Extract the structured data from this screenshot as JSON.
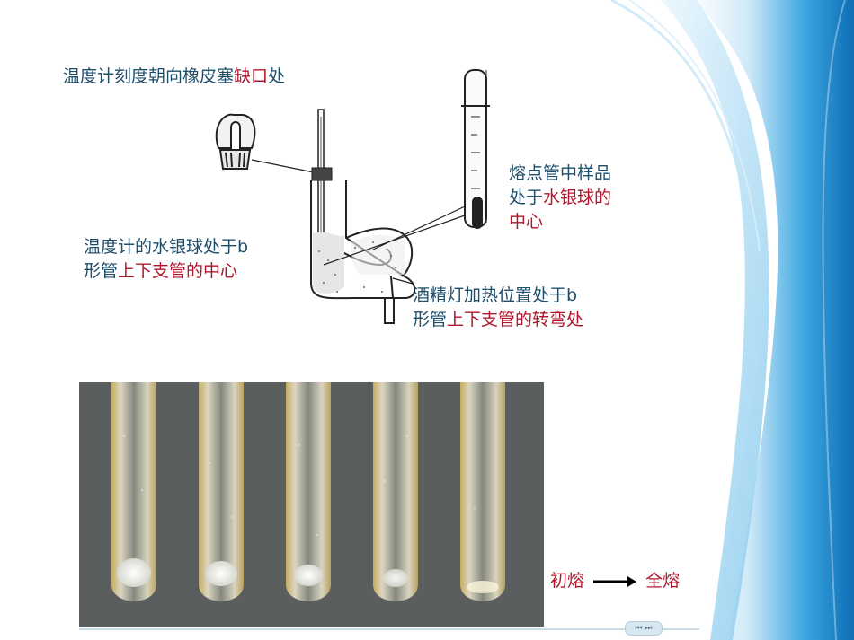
{
  "slide": {
    "labels": {
      "thermometer_orientation": {
        "main": "温度计刻度朝向橡皮塞",
        "highlight": "缺口",
        "tail": "处"
      },
      "bulb_position": {
        "line1": "温度计的水银球处于b",
        "line2_prefix": "形管",
        "line2_highlight": "上下支管的中心"
      },
      "sample_position": {
        "line1": "熔点管中样品",
        "line2_prefix": "处于",
        "line2_highlight": "水银球的",
        "line3_highlight": "中心"
      },
      "lamp_position": {
        "line1": "酒精灯加热位置处于b",
        "line2_prefix": "形管",
        "line2_highlight": "上下支管的转弯处"
      }
    },
    "melt_progress": {
      "start": "初熔",
      "end": "全熔",
      "arrow_icon": "right-arrow-icon"
    },
    "colors": {
      "label_blue": "#1f4e6a",
      "highlight_red": "#b0162b",
      "accent_blue": "#1d8fd1",
      "photo_bg": "#5b5e5f"
    },
    "page_controls": {
      "label": "⏮ ⏭"
    }
  }
}
